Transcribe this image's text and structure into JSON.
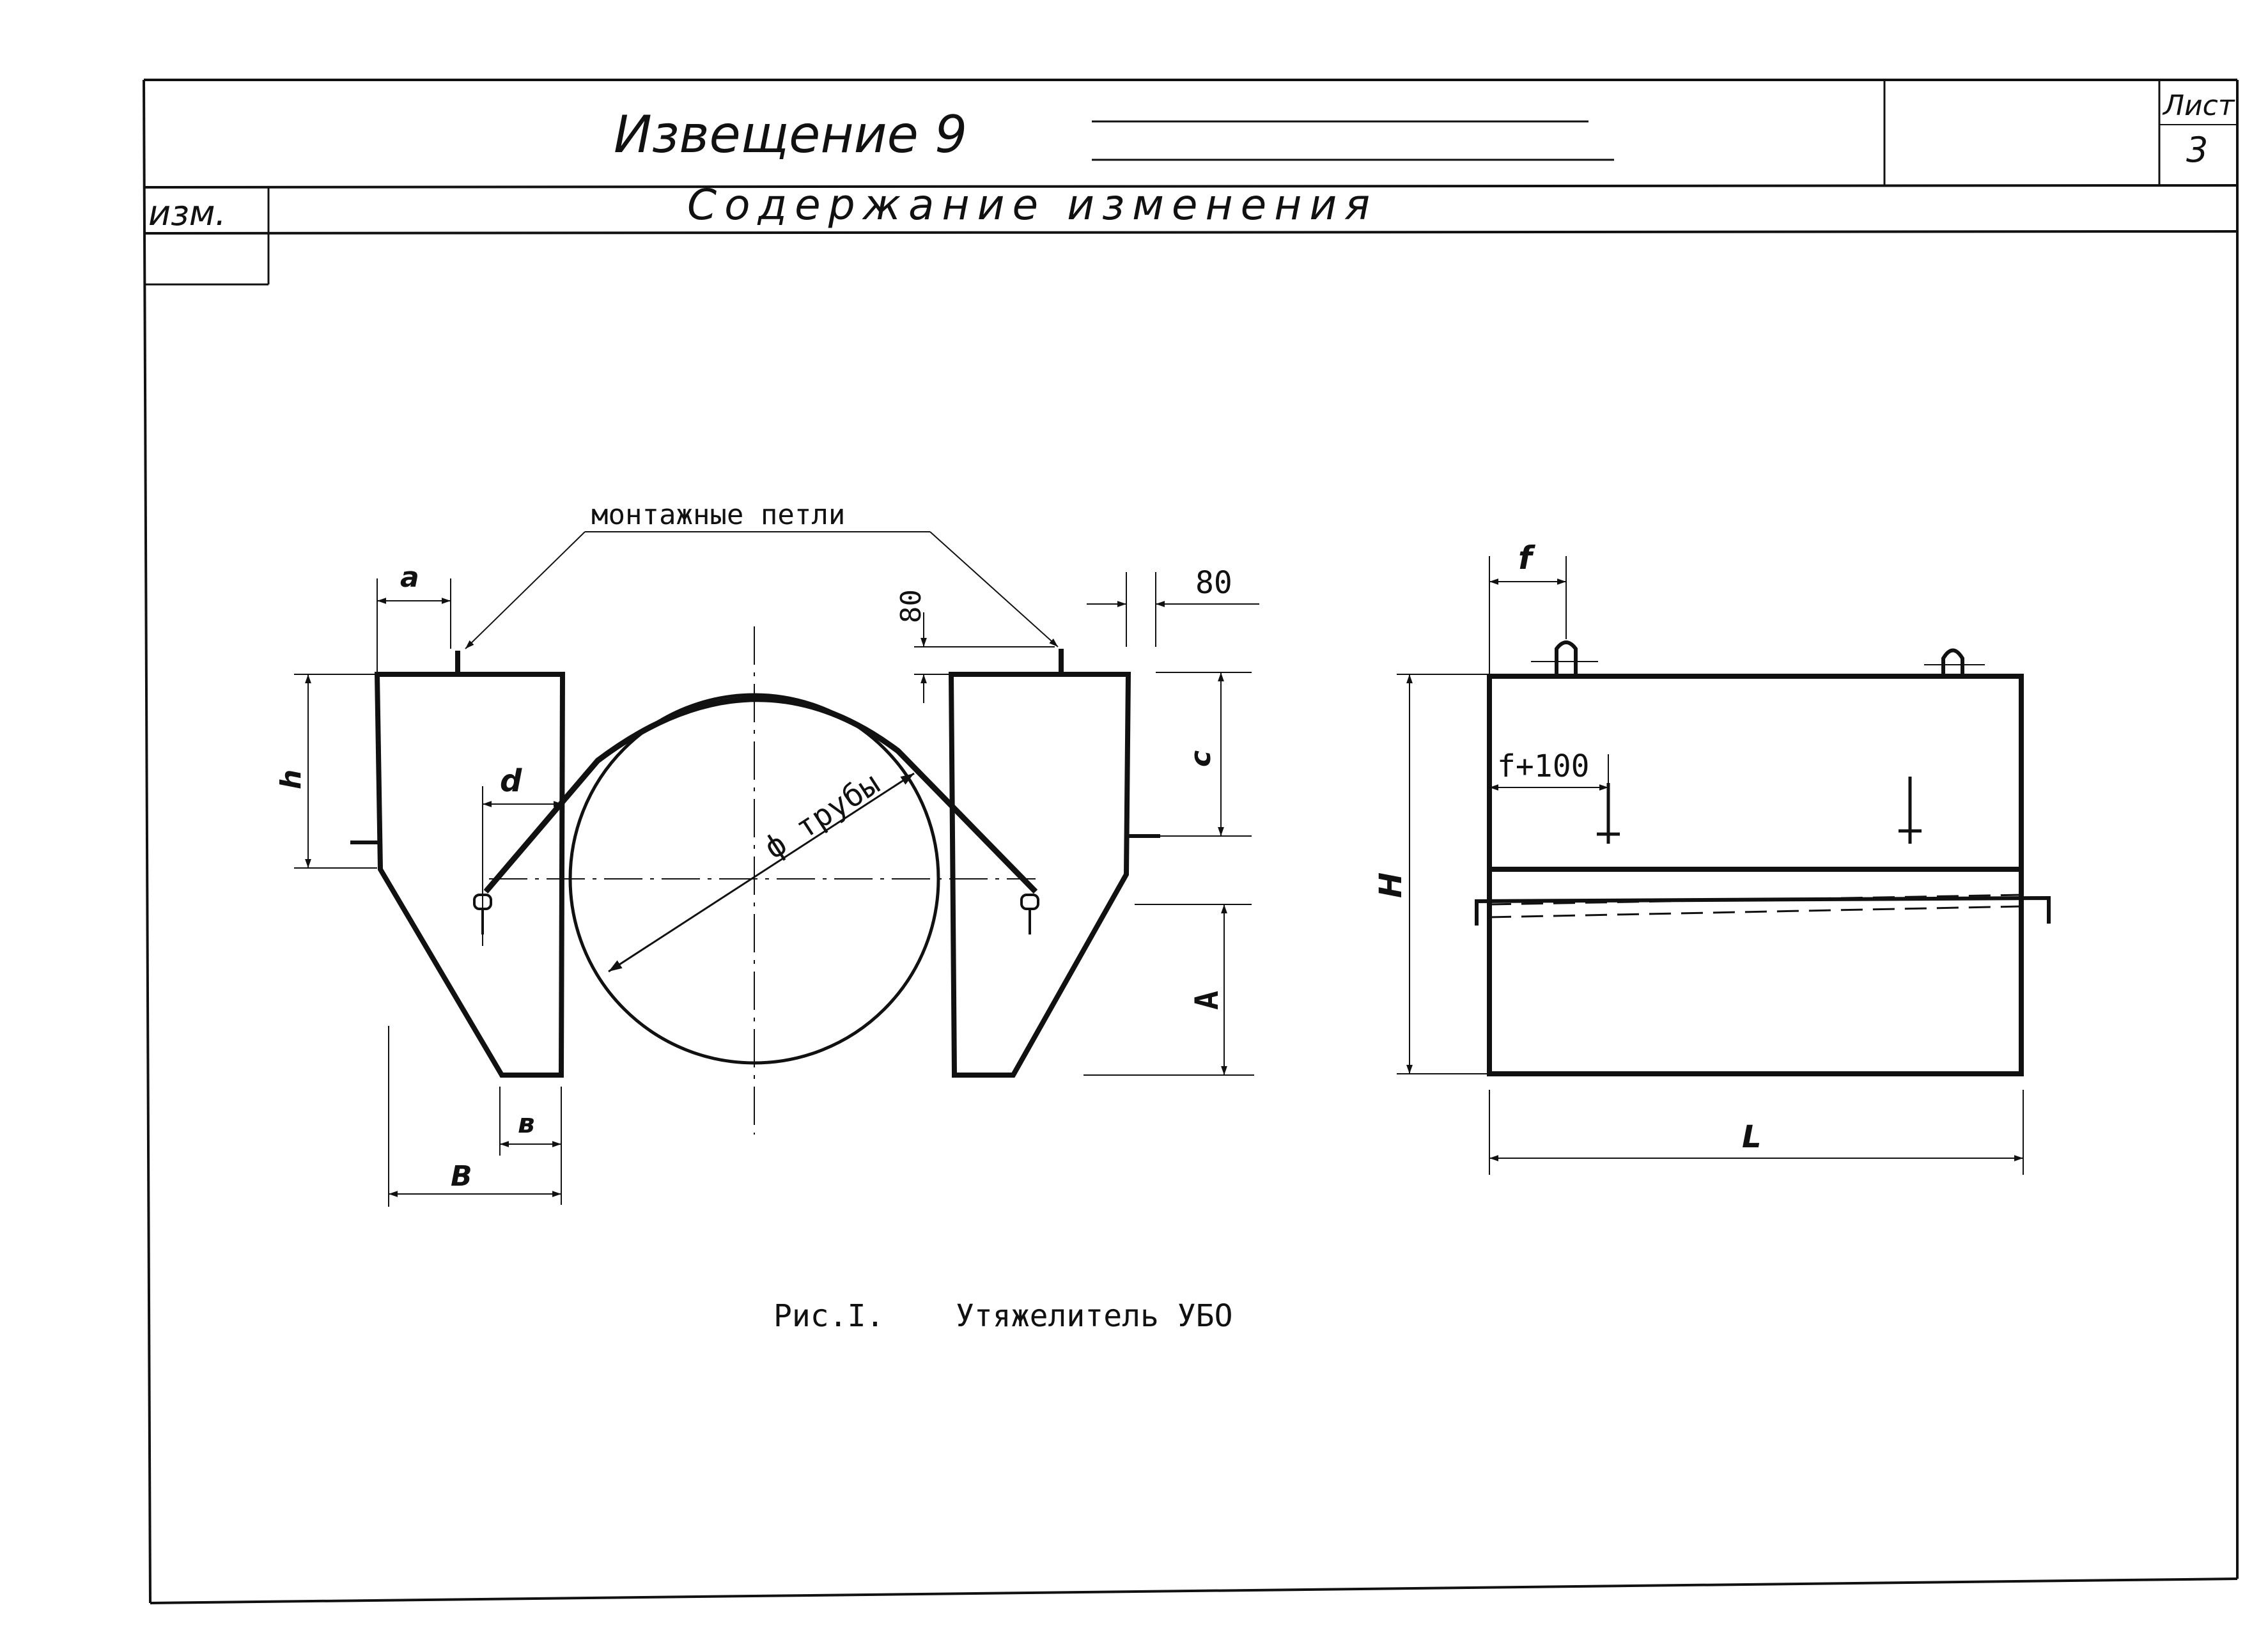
{
  "title_block": {
    "notice": "Извещение 9",
    "sheet_label": "Лист",
    "sheet_number": "3",
    "rev_label": "изм.",
    "content_heading": "Содержание изменения"
  },
  "drawing": {
    "callout_loops": "монтажные петли",
    "pipe_diameter": "ф трубы",
    "dims": {
      "a": "a",
      "d": "d",
      "h": "h",
      "b_small": "в",
      "B": "В",
      "c": "c",
      "A": "A",
      "eighty_h": "80",
      "eighty_v": "80",
      "f": "f",
      "f100": "f+100",
      "H": "H",
      "L": "L"
    },
    "caption_fig": "Рис.I.",
    "caption_text": "Утяжелитель УБО"
  }
}
